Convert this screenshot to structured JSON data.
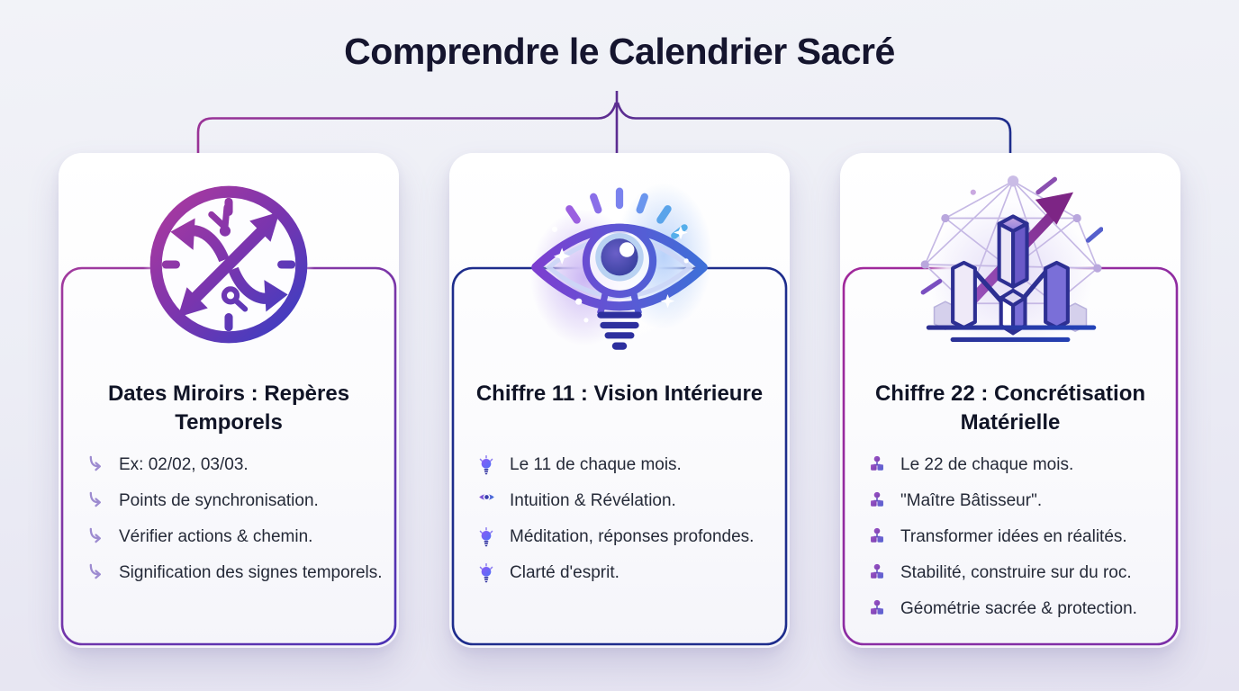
{
  "page": {
    "title": "Comprendre le Calendrier Sacré",
    "background_top": "#f2f3f8",
    "background_bottom": "#e5e3f1"
  },
  "connector": {
    "left_color": "#9a3397",
    "center_color": "#5c2d91",
    "right_color": "#1e2d8c"
  },
  "cards": [
    {
      "icon": "clock-crossed-arrows-icon",
      "accent_from": "#a23a9e",
      "accent_to": "#4a32b4",
      "title": "Dates Miroirs : Repères Temporels",
      "bullets": [
        {
          "icon": "curved-arrow-icon",
          "text": "Ex: 02/02, 03/03."
        },
        {
          "icon": "curved-arrow-icon",
          "text": "Points de synchronisation."
        },
        {
          "icon": "curved-arrow-icon",
          "text": "Vérifier actions & chemin."
        },
        {
          "icon": "curved-arrow-icon",
          "text": "Signification des signes temporels."
        }
      ]
    },
    {
      "icon": "eye-lightbulb-icon",
      "accent": "#1e2d8c",
      "title": "Chiffre 11 : Vision Intérieure",
      "bullets": [
        {
          "icon": "lightbulb-icon",
          "text": "Le 11 de chaque mois."
        },
        {
          "icon": "eye-icon",
          "text": "Intuition & Révélation."
        },
        {
          "icon": "lightbulb-icon",
          "text": "Méditation, réponses profondes."
        },
        {
          "icon": "lightbulb-icon",
          "text": "Clarté d'esprit."
        }
      ]
    },
    {
      "icon": "isometric-blocks-arrow-icon",
      "accent": "#9c2f9a",
      "title": "Chiffre 22 : Concrétisation Matérielle",
      "bullets": [
        {
          "icon": "blocks-icon",
          "text": "Le 22 de chaque mois."
        },
        {
          "icon": "blocks-icon",
          "text": "\"Maître Bâtisseur\"."
        },
        {
          "icon": "blocks-icon",
          "text": "Transformer idées en réalités."
        },
        {
          "icon": "blocks-icon",
          "text": "Stabilité, construire sur du roc."
        },
        {
          "icon": "blocks-icon",
          "text": "Géométrie sacrée & protection."
        }
      ]
    }
  ]
}
